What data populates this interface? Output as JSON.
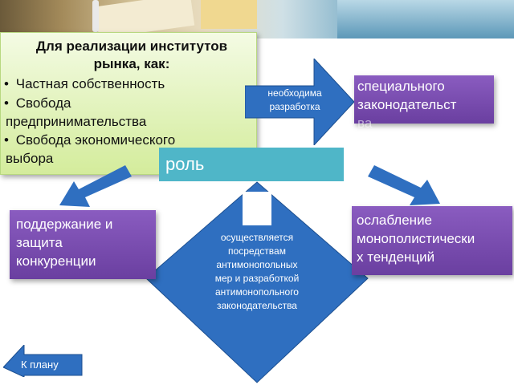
{
  "green_box": {
    "title_line1": "Для реализации институтов",
    "title_line2": "рынка, как:",
    "item1": "Частная собственность",
    "item2_line1": "Свобода",
    "item2_line2": "предпринимательства",
    "item3_line1": "Свобода экономического",
    "item3_line2": "выбора"
  },
  "arrow_label_line1": "необходима",
  "arrow_label_line2": "разработка",
  "special_box_line1": "специального",
  "special_box_line2": "законодательст",
  "special_box_line3": "ва",
  "role_label": "роль",
  "left_box_line1": "поддержание и",
  "left_box_line2": "защита",
  "left_box_line3": "конкуренции",
  "right_box_line1": "ослабление",
  "right_box_line2": "монополистически",
  "right_box_line3": "х тенденций",
  "diamond_text": [
    "осуществляется",
    "посредствам",
    "антимонопольных",
    "мер и разработкой",
    "антимонопольного",
    "законодательства"
  ],
  "plan_button_label": "К плану",
  "colors": {
    "purple": "#6a3fa0",
    "role": "#4fb6c8",
    "arrow_blue": "#2f6fc0",
    "green": "#d4ec9c"
  }
}
